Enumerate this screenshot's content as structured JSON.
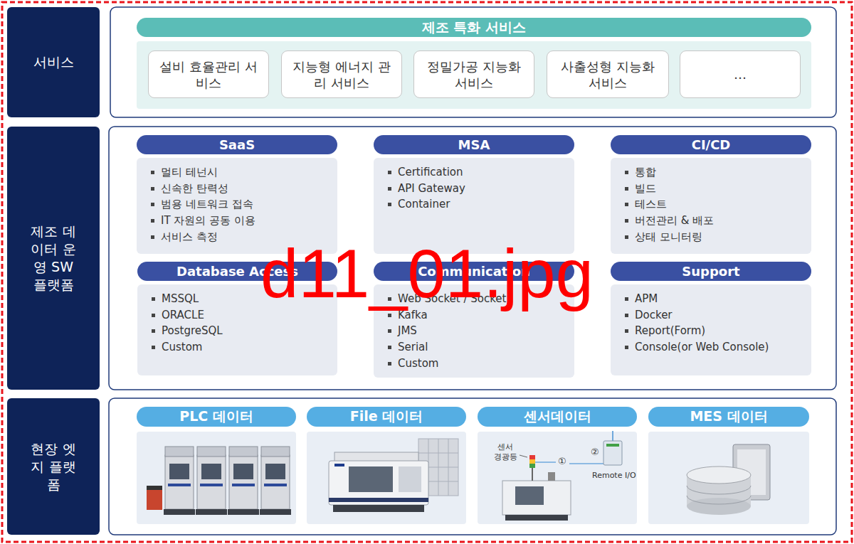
{
  "diagram": {
    "nodes": [
      {
        "text": [
          "서비스"
        ]
      },
      {
        "text": [
          "제조 특화 서비스"
        ]
      },
      {
        "text": [
          "설비 효율관리 서비스"
        ],
        "in": 1
      },
      {
        "text": [
          "지능형 에너지 관리 서비스"
        ],
        "in": 1
      },
      {
        "text": [
          "정밀가공 지능화 서비스"
        ],
        "in": 1
      },
      {
        "text": [
          "사출성형 지능화 서비스"
        ],
        "in": 1
      },
      {
        "text": [
          "…"
        ],
        "in": 1
      },
      {
        "text": [
          "제조 데이터 운영 SW 플랫폼"
        ]
      },
      {
        "text": [
          "SaaS",
          "멀티 테넌시",
          "신속한 탄력성",
          "범용 네트워크 접속",
          "IT 자원의 공동 이용",
          "서비스 측정"
        ]
      },
      {
        "text": [
          "MSA",
          "Certification",
          "API Gateway",
          "Container"
        ]
      },
      {
        "text": [
          "CI/CD",
          "통합",
          "빌드",
          "테스트",
          "버전관리 & 배포",
          "상태 모니터링"
        ]
      },
      {
        "text": [
          "Database Access",
          "MSSQL",
          "ORACLE",
          "PostgreSQL",
          "Custom"
        ]
      },
      {
        "text": [
          "Communication",
          "Web Socket / Socket",
          "Kafka",
          "JMS",
          "Serial",
          "Custom"
        ]
      },
      {
        "text": [
          "Support",
          "APM",
          "Docker",
          "Report(Form)",
          "Console(or Web Console)"
        ]
      },
      {
        "text": [
          "현장 엣지 플랫폼"
        ]
      },
      {
        "text": [
          "PLC 데이터"
        ]
      },
      {
        "text": [
          "File 데이터"
        ]
      },
      {
        "text": [
          "센서데이터"
        ]
      },
      {
        "text": [
          "MES 데이터"
        ]
      }
    ],
    "labels": [
      "d11_01.jpg",
      "센서 경광등",
      "①",
      "②",
      "Remote I/O"
    ]
  }
}
